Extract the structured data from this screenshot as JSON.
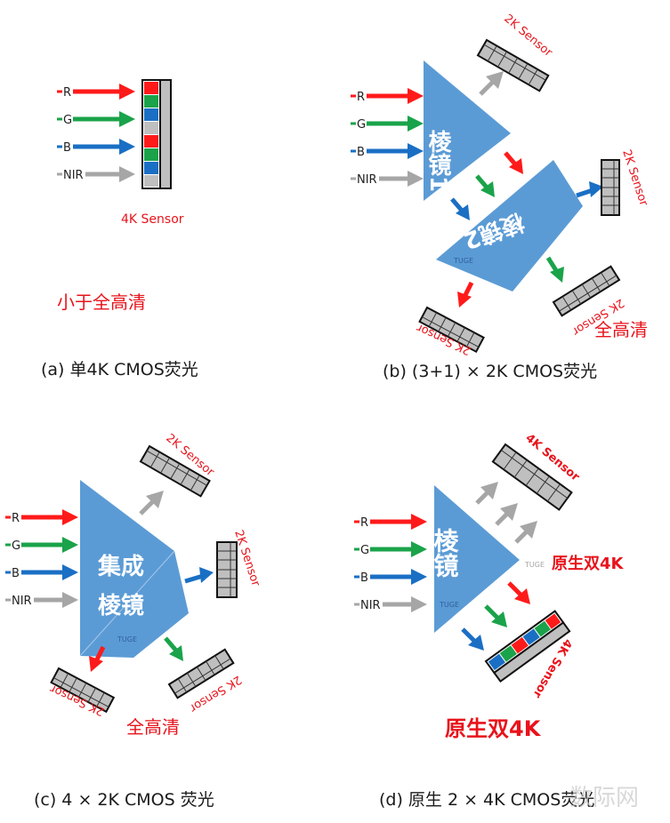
{
  "colors": {
    "red": "#ff1a1a",
    "green": "#1aa34a",
    "blue": "#1a6fc4",
    "gray": "#a6a6a6",
    "prism": "#5b9bd5",
    "label_red": "#e8131b",
    "sensor_fill": "#bfbfbf"
  },
  "inputs": [
    "R",
    "G",
    "B",
    "NIR"
  ],
  "panel_a": {
    "sensor_label": "4K Sensor",
    "note": "小于全高清",
    "caption": "(a) 单4K CMOS荧光"
  },
  "panel_b": {
    "prism1": "棱镜1",
    "prism2": "棱镜2",
    "watermark": "TUGE",
    "sensor_label": "2K Sensor",
    "note": "全高清",
    "caption": "(b) (3+1) × 2K CMOS荧光"
  },
  "panel_c": {
    "prism_line1": "集成",
    "prism_line2": "棱镜",
    "watermark": "TUGE",
    "sensor_label": "2K Sensor",
    "note": "全高清",
    "caption": "(c) 4 × 2K CMOS 荧光"
  },
  "panel_d": {
    "prism": "棱镜",
    "watermark": "TUGE",
    "sensor_label": "4K Sensor",
    "native": "原生双4K",
    "native_big": "原生双4K",
    "caption": "(d) 原生 2 × 4K CMOS荧光"
  },
  "site_watermark": "数际网"
}
